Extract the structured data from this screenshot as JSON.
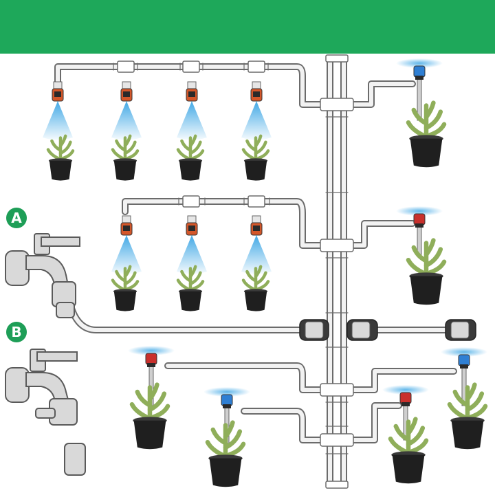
{
  "banner": {
    "color": "#1ea85a"
  },
  "labels": [
    {
      "id": "A",
      "text": "A",
      "color": "#1e9e57"
    },
    {
      "id": "B",
      "text": "B",
      "color": "#1e9e57"
    }
  ],
  "colors": {
    "pipe": "#f2f2f2",
    "pipe_outline": "#6b6b6b",
    "spray": "#38a4e4",
    "pot": "#1f1f1f",
    "cactus": "#8fae5a",
    "nozzle_orange": "#d4572a",
    "nozzle_red": "#c9302c",
    "nozzle_blue": "#2f7fd3",
    "faucet": "#d9d9d9"
  },
  "sources": [
    {
      "label": "A",
      "type": "faucet-direct"
    },
    {
      "label": "B",
      "type": "faucet-with-quick-connector"
    }
  ],
  "branches": [
    {
      "row": 1,
      "misting_nozzles": 4,
      "nozzle_color": "orange",
      "stake_sprinkler_color": "blue"
    },
    {
      "row": 2,
      "misting_nozzles": 3,
      "nozzle_color": "orange",
      "stake_sprinkler_color": "red"
    },
    {
      "row": 3,
      "stake_sprinklers": [
        "red",
        "blue",
        "red",
        "blue"
      ]
    }
  ],
  "icons": [
    "faucet-icon",
    "hose-connector-icon",
    "tee-connector-icon",
    "misting-nozzle-icon",
    "stake-sprinkler-icon",
    "potted-cactus-icon",
    "end-cap-icon"
  ]
}
